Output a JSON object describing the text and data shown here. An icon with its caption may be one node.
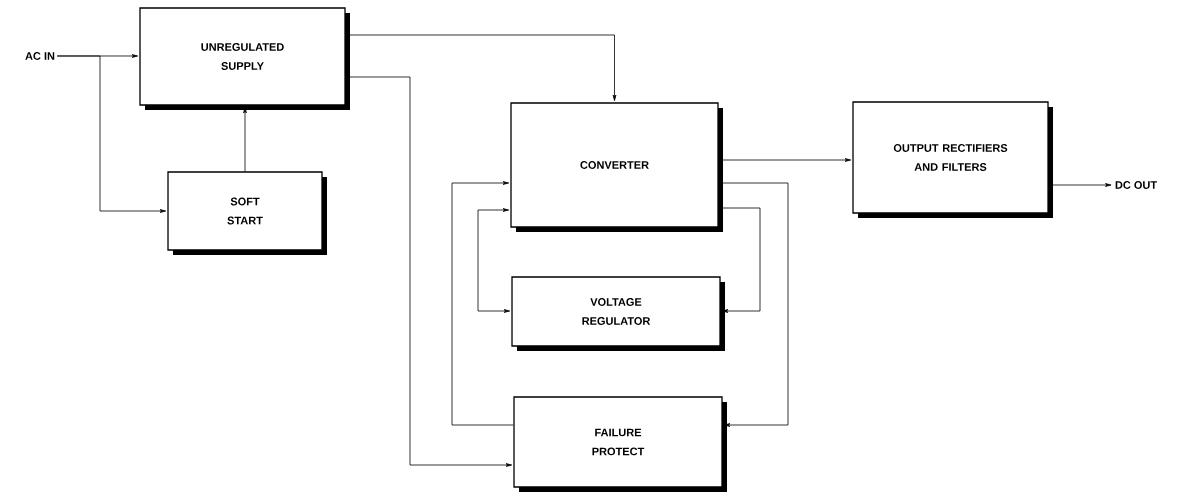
{
  "diagram": {
    "nodes": [
      {
        "text": [
          "AC IN"
        ]
      },
      {
        "text": [
          "UNREGULATED SUPPLY"
        ]
      },
      {
        "text": [
          "SOFT START"
        ]
      },
      {
        "text": [
          "CONVERTER"
        ]
      },
      {
        "text": [
          "VOLTAGE REGULATOR"
        ]
      },
      {
        "text": [
          "FAILURE PROTECT"
        ]
      },
      {
        "text": [
          "OUTPUT RECTIFIERS AND FILTERS"
        ]
      },
      {
        "text": [
          "DC OUT"
        ]
      }
    ],
    "edges": [
      {
        "from": 0,
        "to": 1,
        "arrow": "to"
      },
      {
        "from": 0,
        "to": 2,
        "arrow": "to"
      },
      {
        "from": 2,
        "to": 1,
        "arrow": "to"
      },
      {
        "from": 1,
        "to": 3,
        "arrow": "to"
      },
      {
        "from": 1,
        "to": 5,
        "arrow": "to"
      },
      {
        "from": 3,
        "to": 6,
        "arrow": "to"
      },
      {
        "from": 6,
        "to": 7,
        "arrow": "to"
      },
      {
        "from": 5,
        "to": 3,
        "arrow": "to"
      },
      {
        "from": 3,
        "to": 4,
        "arrow": "both"
      },
      {
        "from": 3,
        "to": 4,
        "arrow": "to"
      },
      {
        "from": 3,
        "to": 5,
        "arrow": "to"
      }
    ]
  }
}
